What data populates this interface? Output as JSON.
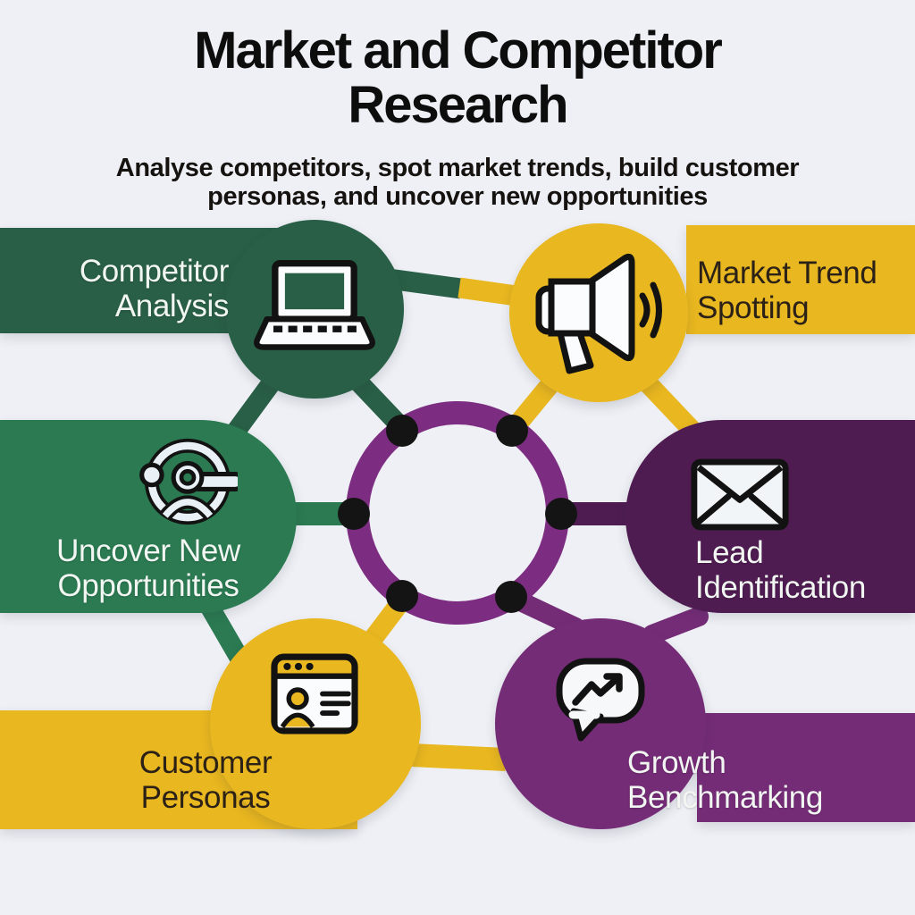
{
  "header": {
    "title_line1": "Market and Competitor",
    "title_line2": "Research",
    "subtitle_line1": "Analyse competitors, spot market trends, build customer",
    "subtitle_line2": "personas, and uncover new opportunities"
  },
  "nodes": [
    {
      "id": "competitor-analysis",
      "label_line1": "Competitor",
      "label_line2": "Analysis",
      "color": "#295f46",
      "icon": "laptop-icon"
    },
    {
      "id": "market-trend-spotting",
      "label_line1": "Market Trend",
      "label_line2": "Spotting",
      "color": "#e9b71f",
      "icon": "megaphone-icon"
    },
    {
      "id": "uncover-new-opportunities",
      "label_line1": "Uncover New",
      "label_line2": "Opportunities",
      "color": "#2b7a52",
      "icon": "person-target-icon"
    },
    {
      "id": "lead-identification",
      "label_line1": "Lead",
      "label_line2": "Identification",
      "color": "#4f1c52",
      "icon": "envelope-icon"
    },
    {
      "id": "customer-personas",
      "label_line1": "Customer",
      "label_line2": "Personas",
      "color": "#e9b71f",
      "icon": "persona-card-icon"
    },
    {
      "id": "growth-benchmarking",
      "label_line1": "Growth",
      "label_line2": "Benchmarking",
      "color": "#752c77",
      "icon": "growth-bubble-icon"
    }
  ],
  "center": {
    "ring_dots": 6
  },
  "colors": {
    "background": "#eef0f5",
    "green_dark": "#295f46",
    "green_light": "#2b7a52",
    "yellow": "#e9b71f",
    "purple_dark": "#4f1c52",
    "purple_mid": "#752c77",
    "ring_purple": "#7c2d81",
    "dot_black": "#141414",
    "title_text": "#0d0d0d",
    "text_on_dark": "#f2f6f2",
    "text_on_yellow": "#2b2117"
  }
}
